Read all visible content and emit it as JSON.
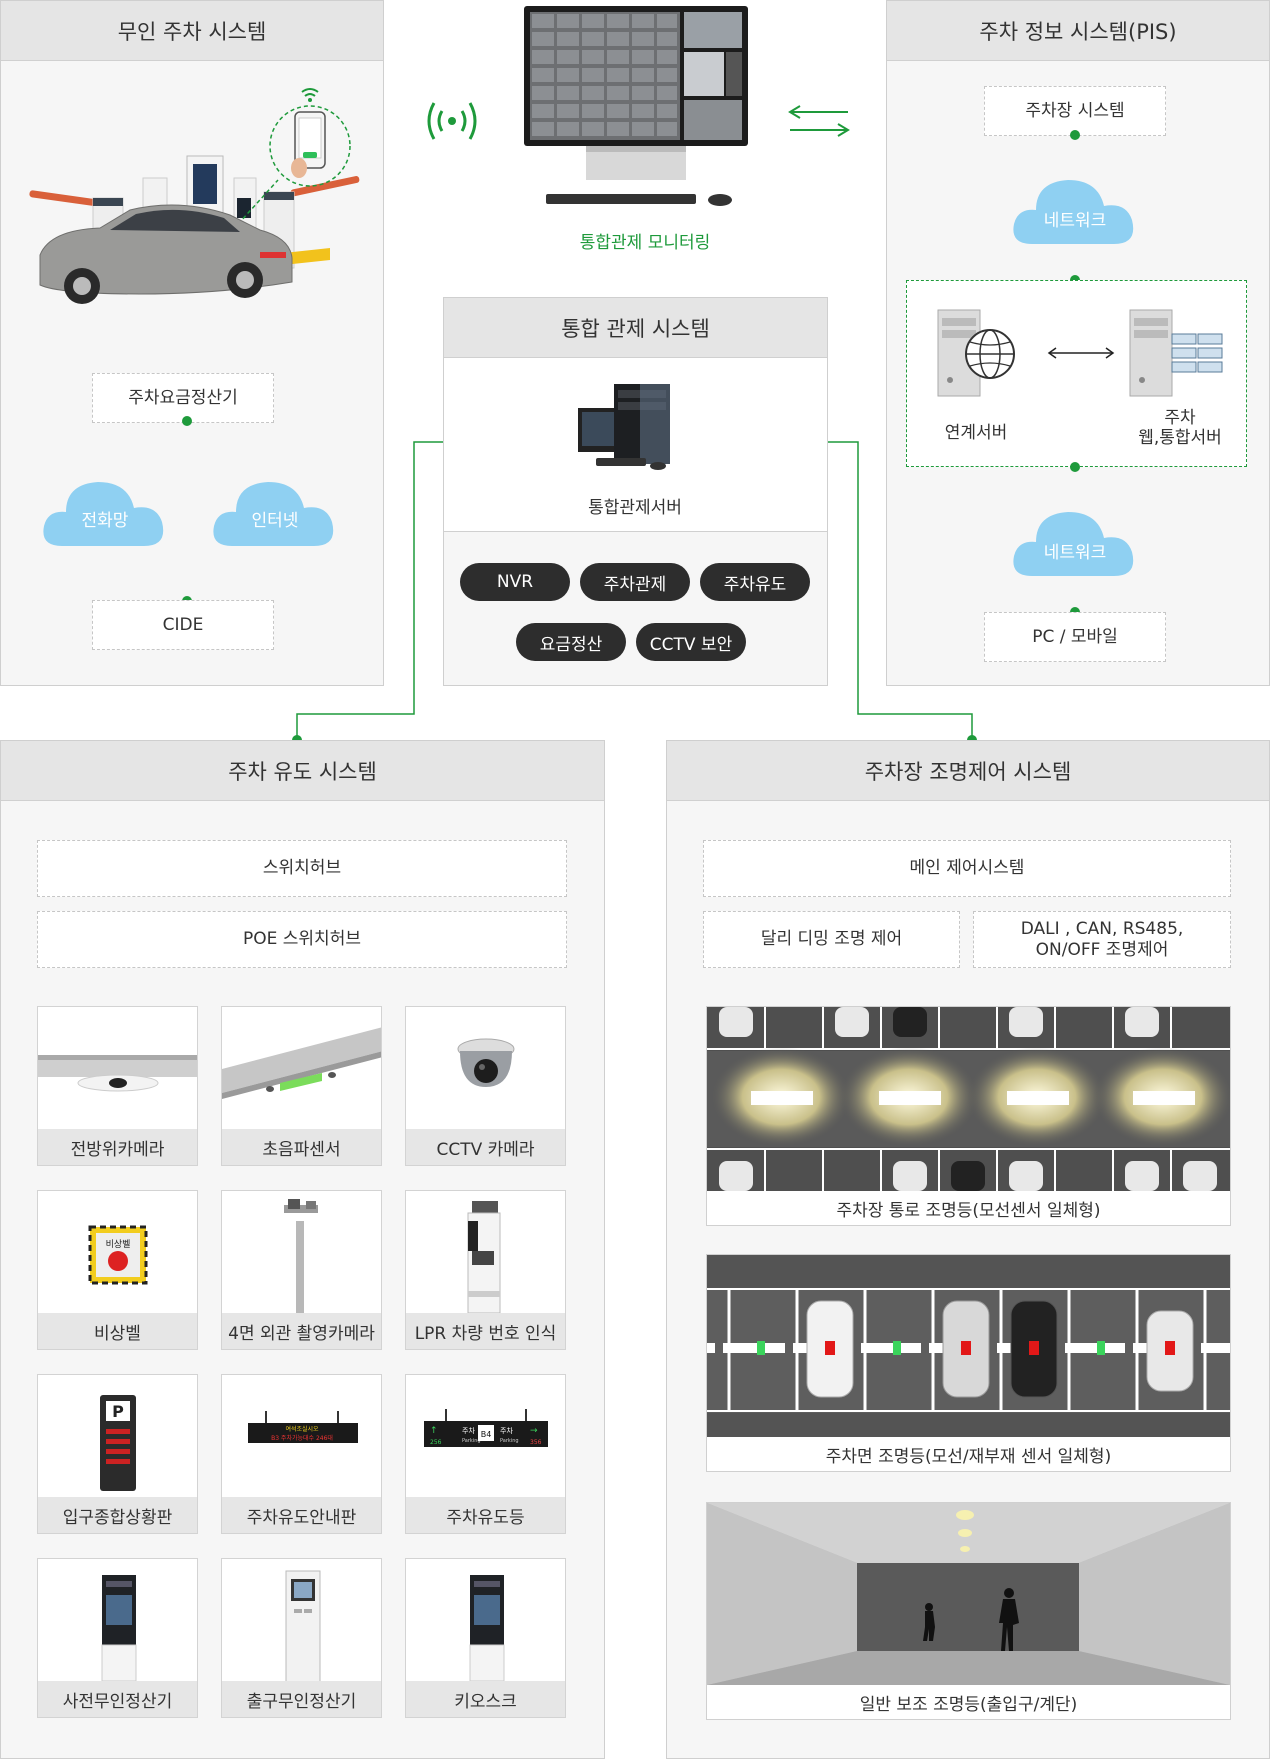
{
  "unmanned": {
    "title": "무인 주차 시스템",
    "fare_machine": "주차요금정산기",
    "cloud_phone": "전화망",
    "cloud_internet": "인터넷",
    "cide": "CIDE"
  },
  "monitor": {
    "label": "통합관제 모니터링"
  },
  "pis": {
    "title": "주차 정보 시스템(PIS)",
    "parking_system": "주차장 시스템",
    "network_top": "네트워크",
    "link_server": "연계서버",
    "web_server_line1": "주차",
    "web_server_line2": "웹,통합서버",
    "network_bottom": "네트워크",
    "pc_mobile": "PC / 모바일"
  },
  "control": {
    "title": "통합 관제 시스템",
    "server_label": "통합관제서버",
    "pills": [
      "NVR",
      "주차관제",
      "주차유도",
      "요금정산",
      "CCTV 보안"
    ]
  },
  "guidance": {
    "title": "주차 유도 시스템",
    "switch_hub": "스위치허브",
    "poe_hub": "POE 스위치허브",
    "devices": [
      "전방위카메라",
      "초음파센서",
      "CCTV 카메라",
      "비상벨",
      "4면 외관 촬영카메라",
      "LPR 차량 번호 인식",
      "입구종합상황판",
      "주차유도안내판",
      "주차유도등",
      "사전무인정산기",
      "출구무인정산기",
      "키오스크"
    ],
    "emergency_sign": "비상벨",
    "guide_board_line1": "여석조실시오",
    "guide_board_line2": "B3 주차가능대수 246대",
    "guide_light_left": "주차",
    "guide_light_left_sub": "Parking",
    "guide_light_floor": "B4",
    "guide_light_right": "주차",
    "guide_light_right_sub": "Parking",
    "guide_light_num_left": "256",
    "guide_light_num_right": "356"
  },
  "lighting": {
    "title": "주차장 조명제어 시스템",
    "main_control": "메인 제어시스템",
    "dali_dimming": "달리 디밍 조명 제어",
    "protocols_line1": "DALI , CAN, RS485,",
    "protocols_line2": "ON/OFF 조명제어",
    "aisle_light": "주차장 통로 조명등(모선센서 일체형)",
    "space_light": "주차면 조명등(모선/재부재 센서 일체형)",
    "aux_light": "일반 보조 조명등(출입구/계단)"
  },
  "colors": {
    "accent_green": "#1e9a3b",
    "cloud_blue": "#8fd0f2",
    "pill_dark": "#2d2d2d"
  }
}
